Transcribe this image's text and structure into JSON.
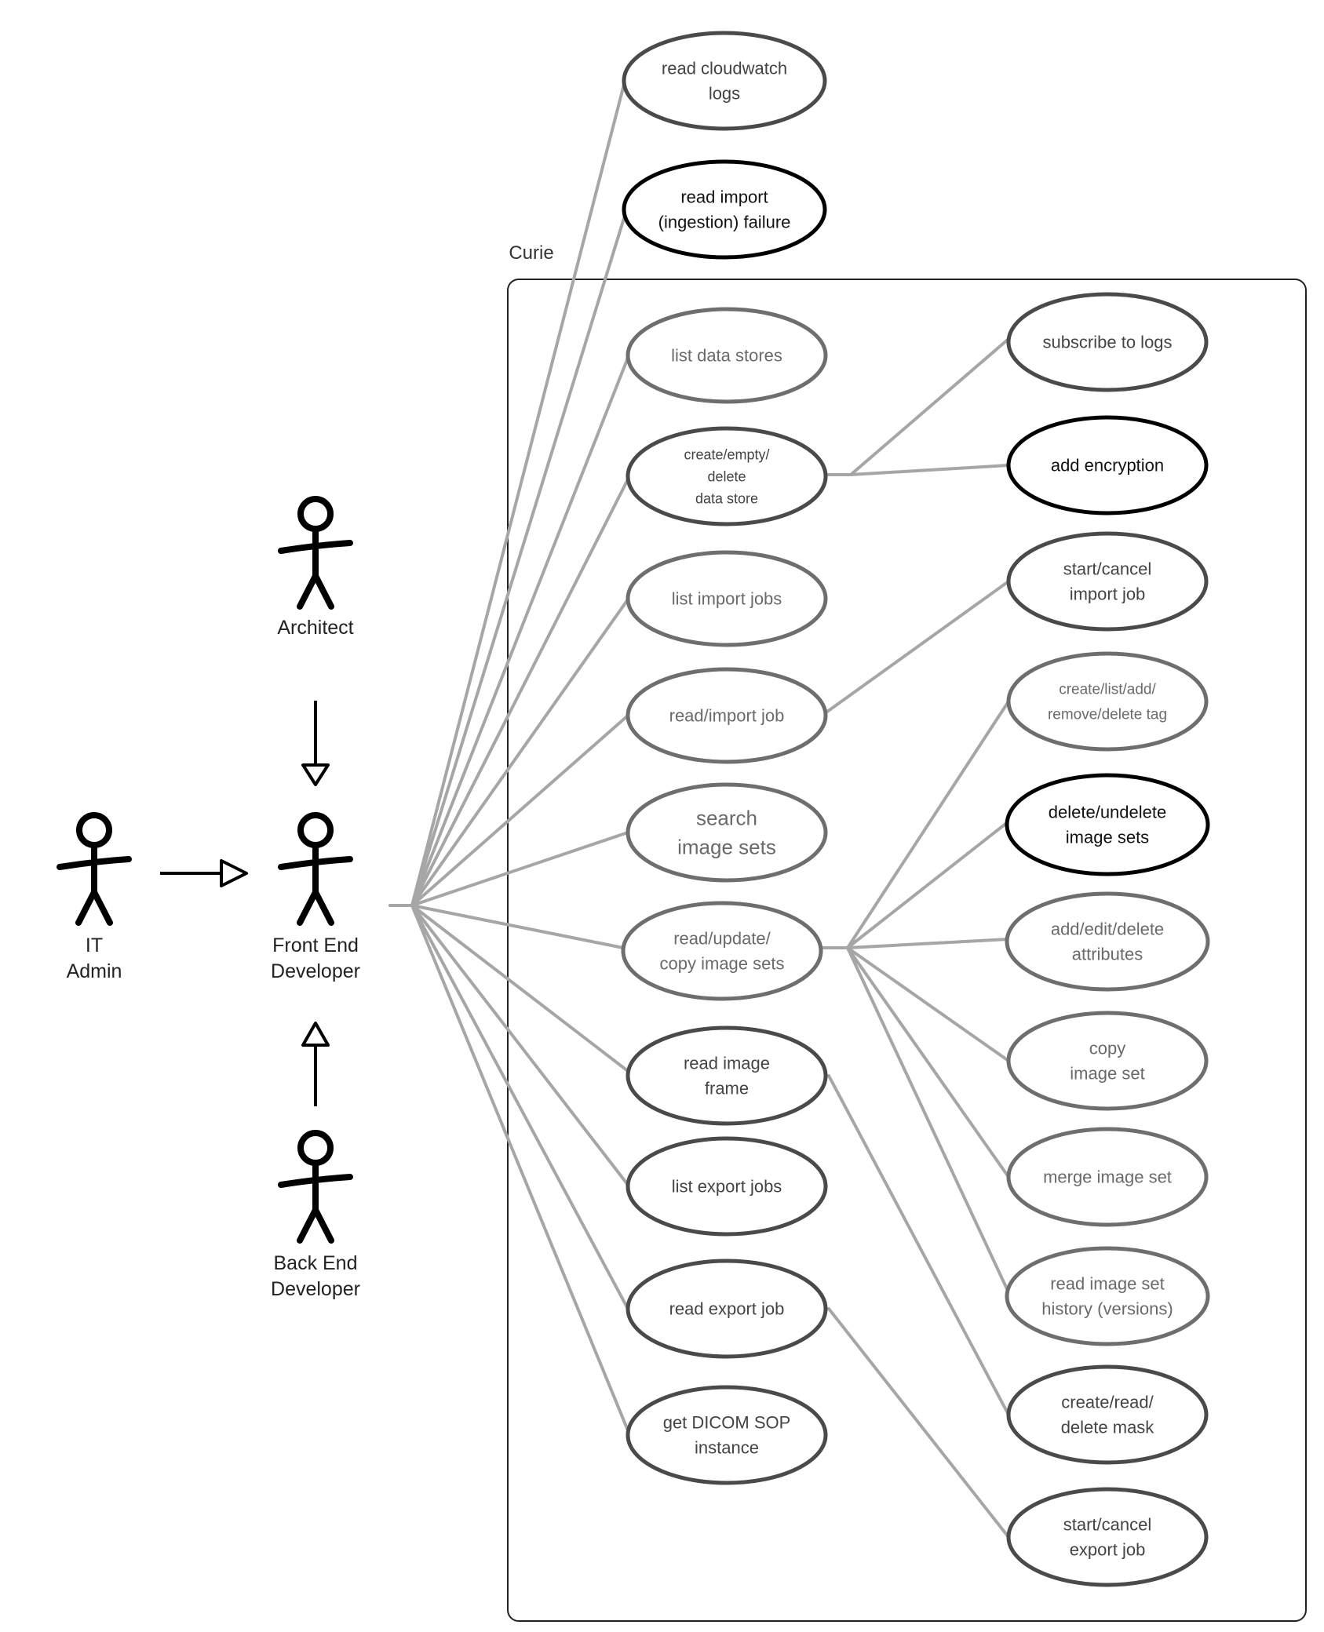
{
  "system": {
    "title": "Curie"
  },
  "actors": [
    {
      "id": "architect",
      "lines": [
        "Architect"
      ]
    },
    {
      "id": "it-admin",
      "lines": [
        "IT",
        "Admin"
      ]
    },
    {
      "id": "front-end-developer",
      "lines": [
        "Front End",
        "Developer"
      ]
    },
    {
      "id": "back-end-developer",
      "lines": [
        "Back End",
        "Developer"
      ]
    }
  ],
  "use_cases": [
    {
      "id": "read-cloudwatch-logs",
      "lines": [
        "read cloudwatch",
        "logs"
      ],
      "emphasis": "medium"
    },
    {
      "id": "read-import-failure",
      "lines": [
        "read import",
        "(ingestion) failure"
      ],
      "emphasis": "strong"
    },
    {
      "id": "list-data-stores",
      "lines": [
        "list data stores"
      ],
      "emphasis": "light"
    },
    {
      "id": "create-empty-delete-data-store",
      "lines": [
        "create/empty/",
        "delete",
        "data store"
      ],
      "emphasis": "medium"
    },
    {
      "id": "list-import-jobs",
      "lines": [
        "list import jobs"
      ],
      "emphasis": "light"
    },
    {
      "id": "read-import-job",
      "lines": [
        "read/import job"
      ],
      "emphasis": "light"
    },
    {
      "id": "search-image-sets",
      "lines": [
        "search",
        "image sets"
      ],
      "emphasis": "light"
    },
    {
      "id": "read-update-copy-image-sets",
      "lines": [
        "read/update/",
        "copy image sets"
      ],
      "emphasis": "light"
    },
    {
      "id": "read-image-frame",
      "lines": [
        "read image",
        "frame"
      ],
      "emphasis": "medium"
    },
    {
      "id": "list-export-jobs",
      "lines": [
        "list export jobs"
      ],
      "emphasis": "medium"
    },
    {
      "id": "read-export-job",
      "lines": [
        "read export job"
      ],
      "emphasis": "medium"
    },
    {
      "id": "get-dicom-sop-instance",
      "lines": [
        "get DICOM SOP",
        "instance"
      ],
      "emphasis": "medium"
    },
    {
      "id": "subscribe-to-logs",
      "lines": [
        "subscribe to logs"
      ],
      "emphasis": "medium"
    },
    {
      "id": "add-encryption",
      "lines": [
        "add encryption"
      ],
      "emphasis": "strong"
    },
    {
      "id": "start-cancel-import-job",
      "lines": [
        "start/cancel",
        "import job"
      ],
      "emphasis": "medium"
    },
    {
      "id": "create-list-add-remove-delete-tag",
      "lines": [
        "create/list/add/",
        "remove/delete tag"
      ],
      "emphasis": "light"
    },
    {
      "id": "delete-undelete-image-sets",
      "lines": [
        "delete/undelete",
        "image sets"
      ],
      "emphasis": "strong"
    },
    {
      "id": "add-edit-delete-attributes",
      "lines": [
        "add/edit/delete",
        "attributes"
      ],
      "emphasis": "light"
    },
    {
      "id": "copy-image-set",
      "lines": [
        "copy",
        "image set"
      ],
      "emphasis": "light"
    },
    {
      "id": "merge-image-set",
      "lines": [
        "merge image set"
      ],
      "emphasis": "light"
    },
    {
      "id": "read-image-set-history",
      "lines": [
        "read image set",
        "history (versions)"
      ],
      "emphasis": "light"
    },
    {
      "id": "create-read-delete-mask",
      "lines": [
        "create/read/",
        "delete mask"
      ],
      "emphasis": "medium"
    },
    {
      "id": "start-cancel-export-job",
      "lines": [
        "start/cancel",
        "export job"
      ],
      "emphasis": "medium"
    }
  ]
}
